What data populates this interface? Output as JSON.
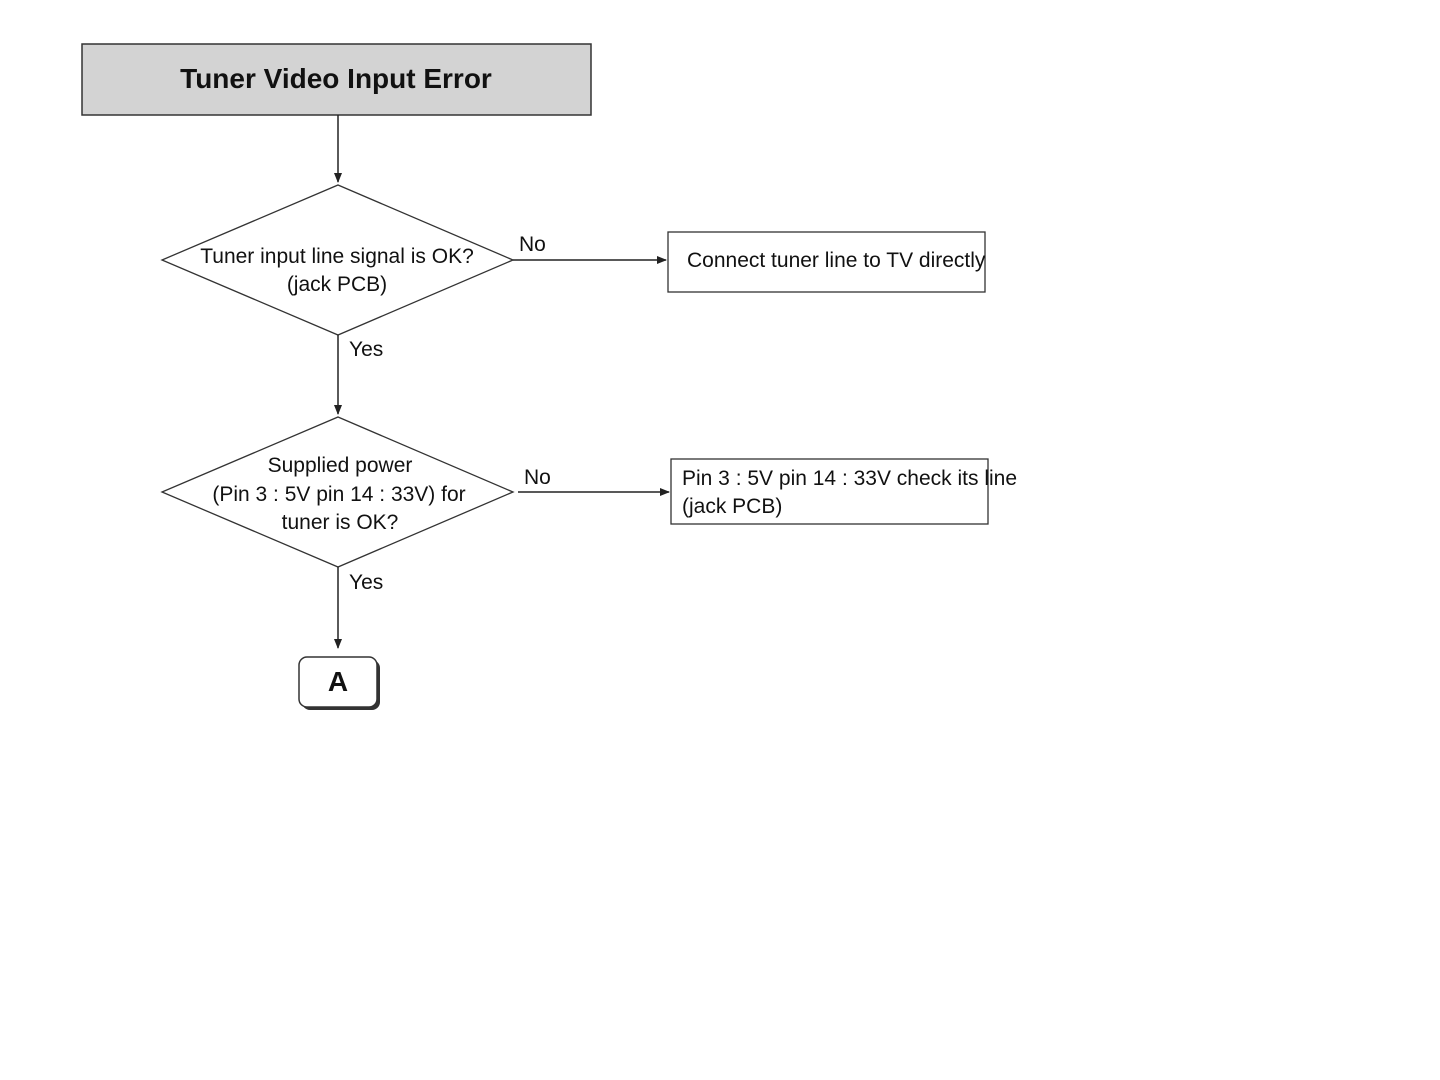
{
  "diagram": {
    "title": "Tuner Video Input Error",
    "decision1": {
      "line1": "Tuner input line signal is OK?",
      "line2": "(jack PCB)",
      "no_label": "No",
      "yes_label": "Yes"
    },
    "action1": "Connect tuner line to TV directly",
    "decision2": {
      "line1": "Supplied power",
      "line2": "(Pin 3 : 5V pin 14 : 33V) for",
      "line3": "tuner is OK?",
      "no_label": "No",
      "yes_label": "Yes"
    },
    "action2": {
      "line1": "Pin 3 : 5V pin 14 : 33V check its line",
      "line2": "(jack PCB)"
    },
    "connector": "A"
  },
  "colors": {
    "title_fill": "#d3d3d3",
    "stroke": "#333333"
  }
}
